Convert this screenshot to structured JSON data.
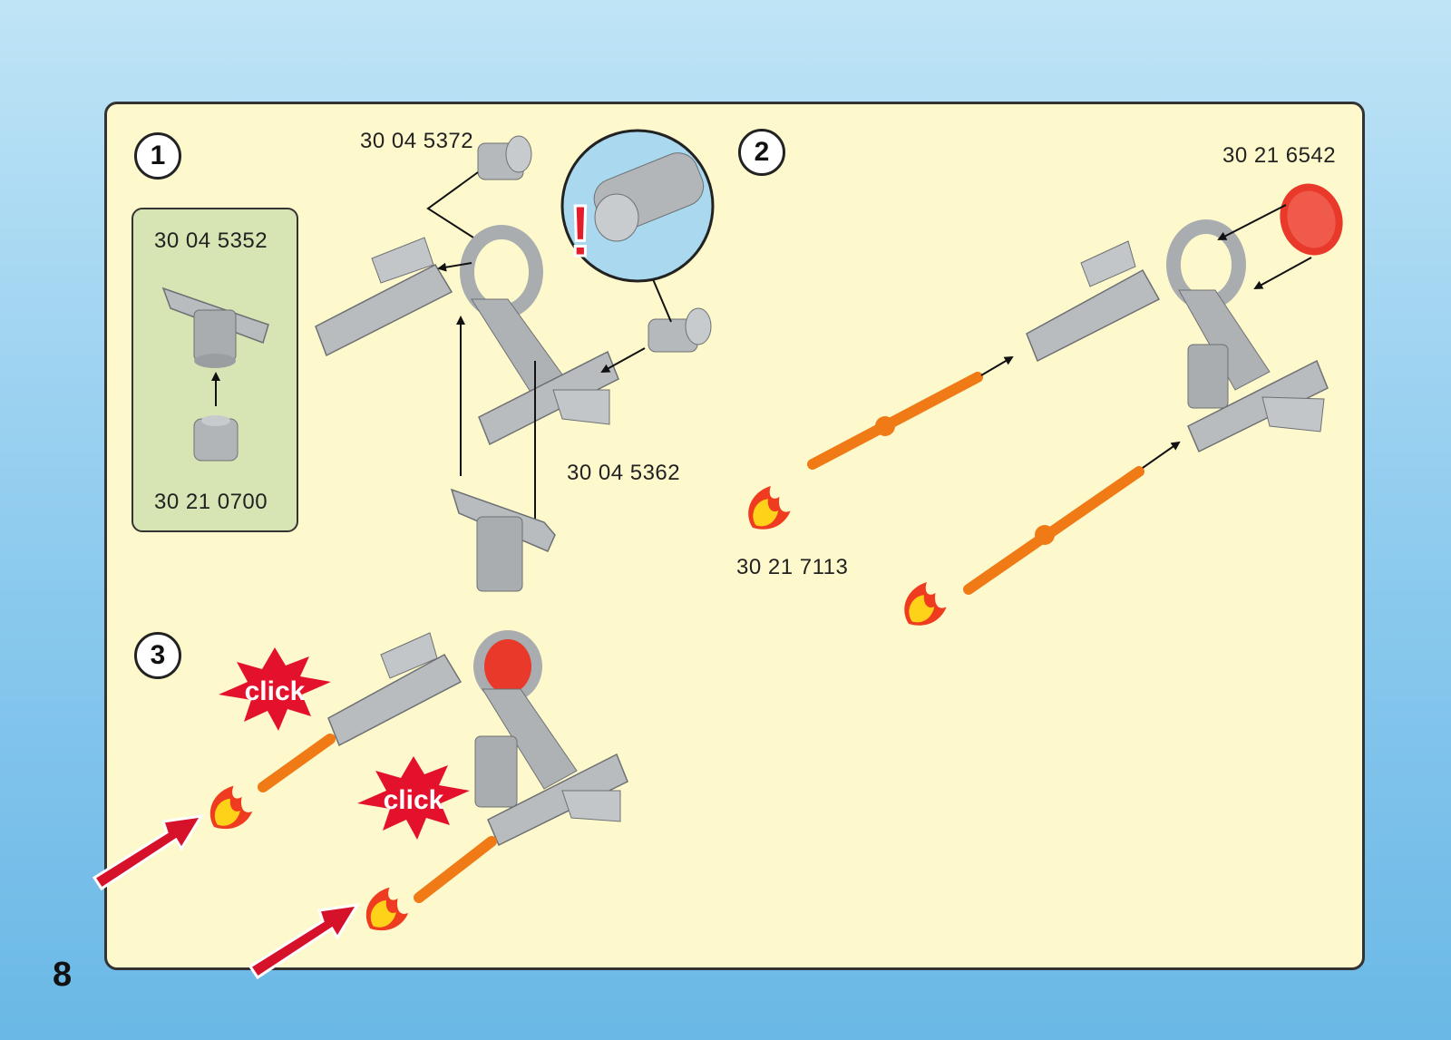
{
  "page_number": "8",
  "steps": [
    {
      "number": "1"
    },
    {
      "number": "2"
    },
    {
      "number": "3"
    }
  ],
  "part_numbers": {
    "p1": "30 04 5352",
    "p2": "30 21 0700",
    "p3": "30 04 5372",
    "p4": "30 04 5362",
    "p5": "30 21 6542",
    "p6": "30 21 7113"
  },
  "click_label": "click",
  "warning_mark": "!",
  "colors": {
    "panel": "#fef9cc",
    "inset": "#d7e5b4",
    "part_grey": "#b4b8bb",
    "flame_orange": "#f07a16",
    "arrow_red": "#d6122a"
  }
}
